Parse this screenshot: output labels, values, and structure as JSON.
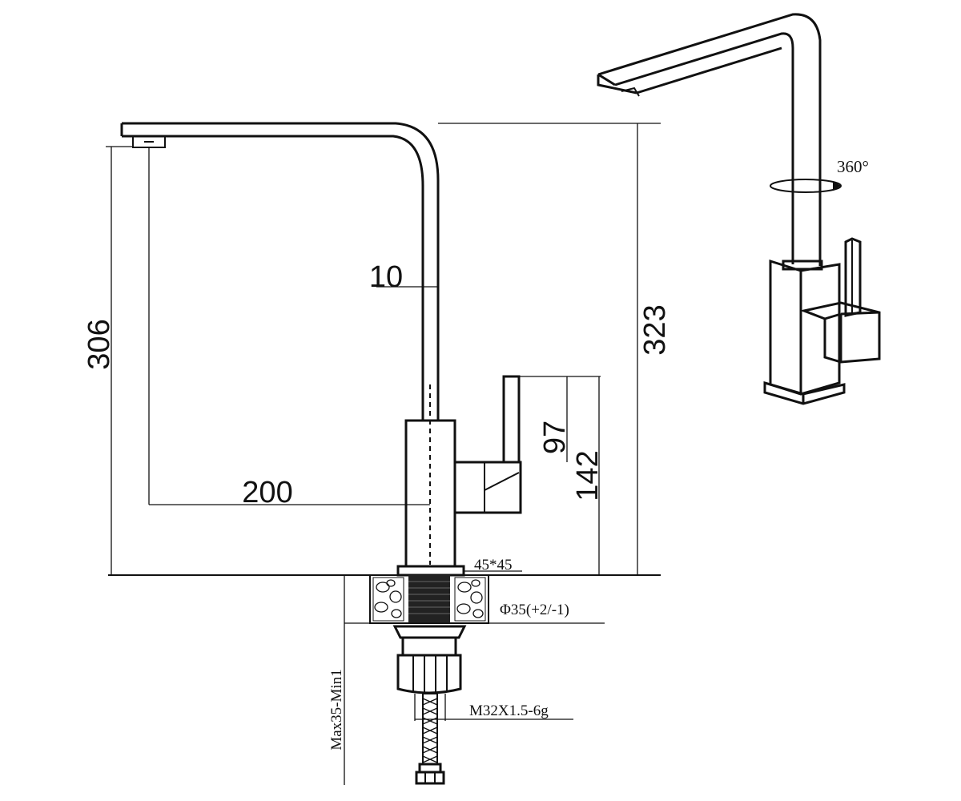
{
  "diagram": {
    "dimensions": {
      "height_306": "306",
      "height_323": "323",
      "spout_thickness": "10",
      "reach": "200",
      "handle_97": "97",
      "body_142": "142",
      "base_size": "45*45",
      "hole_diameter": "Φ35(+2/-1)",
      "thread": "M32X1.5-6g",
      "deck_thickness": "Max35-Min1",
      "rotation": "360°"
    }
  }
}
